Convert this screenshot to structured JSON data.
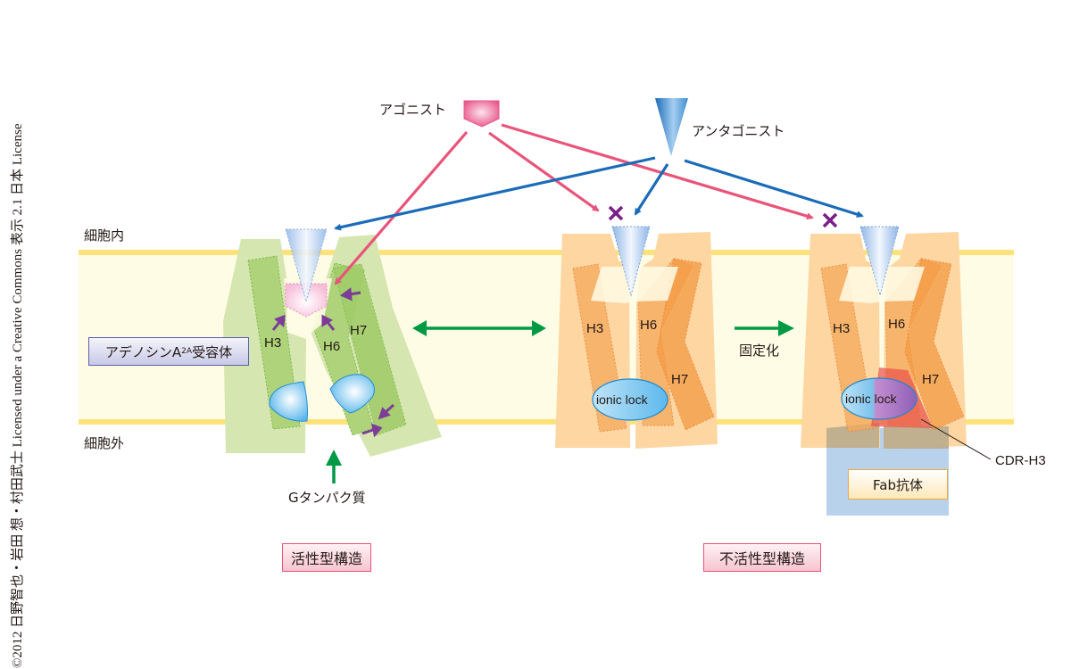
{
  "copyright": "©2012 日野智也・岩田 想・村田武士 Licensed under a Creative Commons 表示 2.1 日本 License",
  "ligands": {
    "agonist_label": "アゴニスト",
    "antagonist_label": "アンタゴニスト"
  },
  "membrane": {
    "inside_label": "細胞内",
    "outside_label": "細胞外"
  },
  "receptor": {
    "name_prefix": "アデノシンA",
    "name_sub": "2A",
    "name_suffix": "受容体"
  },
  "helices": {
    "h3": "H3",
    "h6": "H6",
    "h7": "H7"
  },
  "active_state": {
    "g_protein_label": "Gタンパク質",
    "title": "活性型構造"
  },
  "inactive_state": {
    "ionic_lock_label": "ionic lock",
    "title": "不活性型構造"
  },
  "stabilized_state": {
    "ionic_lock_label": "ionic lock",
    "cdr_label": "CDR-H3",
    "fab_label": "Fab抗体"
  },
  "transitions": {
    "stabilize_label": "固定化"
  },
  "colors": {
    "membrane_fill": "#fffce6",
    "membrane_edge": "#ffe27a",
    "active_receptor": "#d6e6b0",
    "active_helix": "#aed37a",
    "inactive_receptor": "#fdd6a2",
    "inactive_helix": "#f5a95a",
    "agonist": "#e8547a",
    "antagonist": "#1a6bb8",
    "green_arrow": "#009944",
    "purple_arrow": "#7d3c98",
    "block_mark": "#7a1f86",
    "fab": "#b8d2ec",
    "cdr": "#e8504a"
  }
}
